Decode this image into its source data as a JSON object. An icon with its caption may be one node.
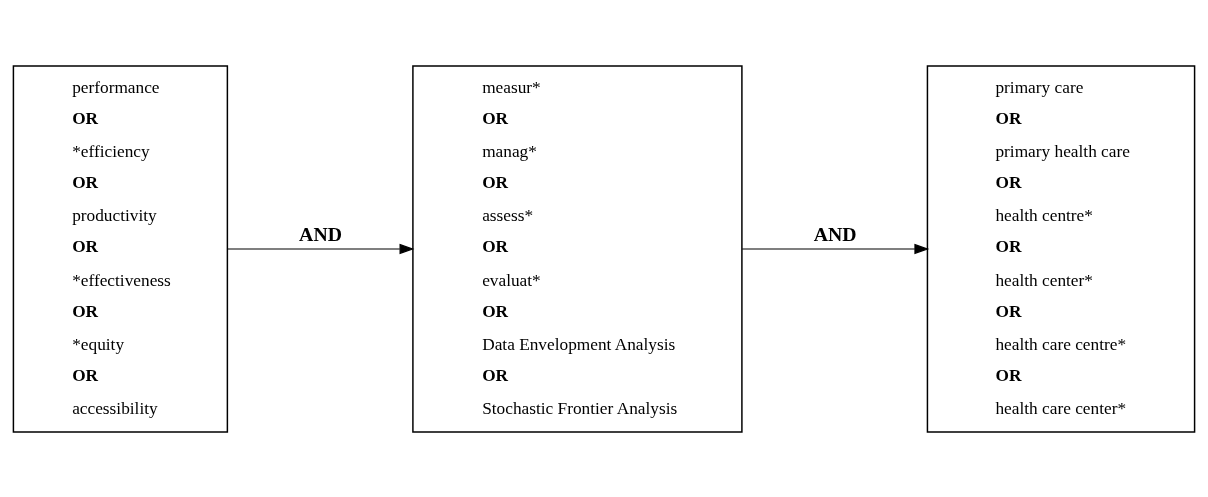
{
  "diagram": {
    "nodes": [
      {
        "text": [
          "performance",
          "OR",
          "*efficiency",
          "OR",
          "productivity",
          "OR",
          "*effectiveness",
          "OR",
          "*equity",
          "OR",
          "accessibility"
        ]
      },
      {
        "text": [
          "measur*",
          "OR",
          "manag*",
          "OR",
          "assess*",
          "OR",
          "evaluat*",
          "OR",
          "Data Envelopment Analysis",
          "OR",
          "Stochastic Frontier Analysis"
        ]
      },
      {
        "text": [
          "primary care",
          "OR",
          "primary health care",
          "OR",
          "health centre*",
          "OR",
          "health center*",
          "OR",
          "health care centre*",
          "OR",
          "health care center*"
        ]
      }
    ],
    "edges": [
      {
        "from": 0,
        "to": 1,
        "arrow": "to",
        "label": "AND"
      },
      {
        "from": 1,
        "to": 2,
        "arrow": "to",
        "label": "AND"
      }
    ]
  }
}
